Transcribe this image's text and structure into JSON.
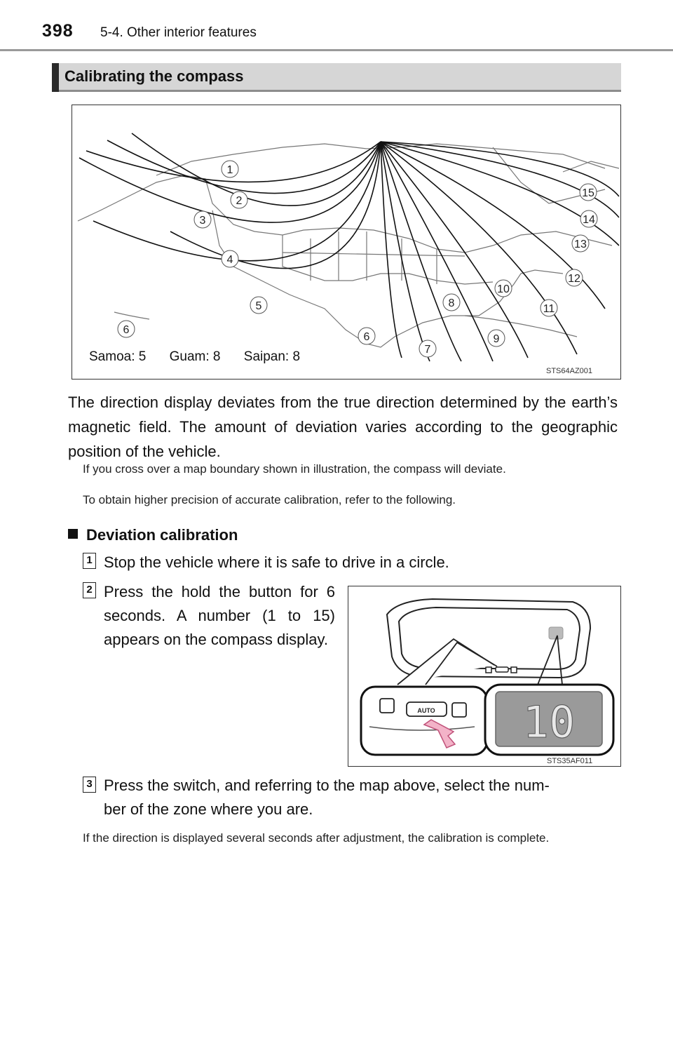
{
  "header": {
    "page_number": "398",
    "section": "5-4. Other interior features"
  },
  "subheading": "Calibrating the compass",
  "map_figure": {
    "zone_labels": [
      "1",
      "2",
      "3",
      "4",
      "5",
      "6",
      "6",
      "7",
      "8",
      "9",
      "10",
      "11",
      "12",
      "13",
      "14",
      "15"
    ],
    "caption_items": [
      "Samoa: 5",
      "Guam: 8",
      "Saipan: 8"
    ],
    "figure_id": "STS64AZ001"
  },
  "body_paragraph": "The direction display deviates from the true direction determined by the earth’s magnetic field. The amount of deviation varies according to the geographic position of the vehicle.",
  "note_1": "If you cross over a map boundary shown in illustration, the compass will deviate.",
  "note_2": "To obtain higher precision of accurate calibration, refer to the following.",
  "deviation_heading": "Deviation calibration",
  "steps": [
    {
      "number": "1",
      "text": "Stop the vehicle where it is safe to drive in a circle."
    },
    {
      "number": "2",
      "text": "Press the hold the button for 6 seconds. A number (1 to 15) appears on the compass display."
    },
    {
      "number": "3",
      "text": "Press the switch, and referring to the map above, select the number of the zone where you are."
    }
  ],
  "step3_line1": "Press the switch, and referring to the map above, select the num-",
  "step3_line2": "ber of the zone where you are.",
  "final_note": "If the direction is displayed several seconds after adjustment, the calibration is complete.",
  "mirror_figure": {
    "button_label": "AUTO",
    "display_value": "10",
    "figure_id": "STS35AF011"
  }
}
